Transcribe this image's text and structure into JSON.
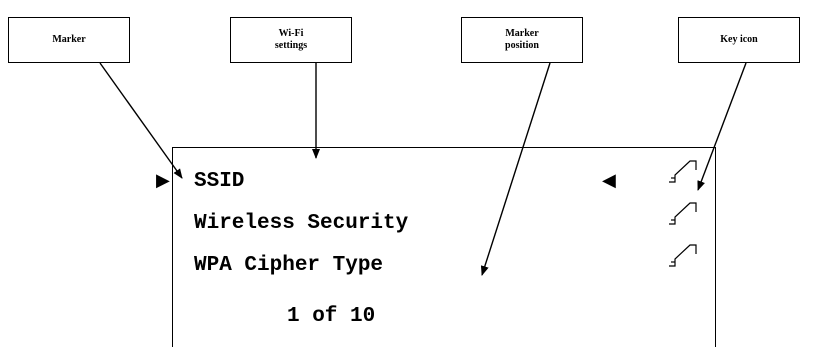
{
  "callouts": {
    "marker": "Marker",
    "wifi_settings": "Wi-Fi\nsettings",
    "marker_position": "Marker\nposition",
    "key_icon": "Key icon"
  },
  "screen": {
    "rows": [
      "SSID",
      "Wireless Security",
      "WPA Cipher Type"
    ],
    "page_counter": "1 of 10",
    "marker_left_glyph": "▶",
    "marker_right_glyph": "◀",
    "key_icon_name": "key-icon"
  }
}
